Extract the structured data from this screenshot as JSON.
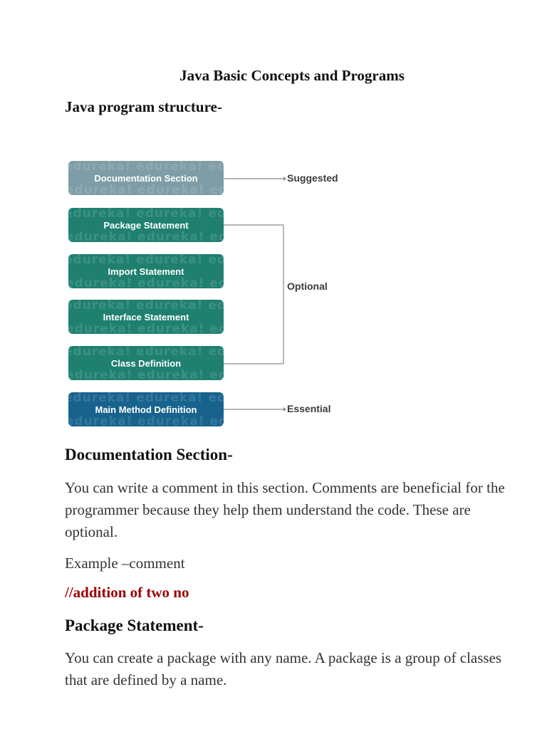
{
  "title": "Java Basic Concepts and Programs",
  "structure_heading": "Java program structure-",
  "diagram": {
    "watermark": "edureka! edureka! edureka! edureka!",
    "boxes": [
      {
        "label": "Documentation Section",
        "color": "#7e9da6"
      },
      {
        "label": "Package Statement",
        "color": "#1f8070"
      },
      {
        "label": "Import Statement",
        "color": "#1f8070"
      },
      {
        "label": "Interface Statement",
        "color": "#1f8070"
      },
      {
        "label": "Class Definition",
        "color": "#1f8070"
      },
      {
        "label": "Main Method Definition",
        "color": "#17638e"
      }
    ],
    "labels": {
      "suggested": "Suggested",
      "optional": "Optional",
      "essential": "Essential"
    }
  },
  "documentation_section": {
    "heading": "Documentation Section-",
    "paragraph": "You can write a comment in this section. Comments are beneficial for the programmer because they help them understand the code. These are optional.",
    "example_label": "Example –comment",
    "example_code": "//addition of two no",
    "example_code_color": "#9b0000"
  },
  "package_section": {
    "heading": "Package Statement-",
    "paragraph": "You can create a package with any name. A package is a group of classes that are defined by a name."
  }
}
